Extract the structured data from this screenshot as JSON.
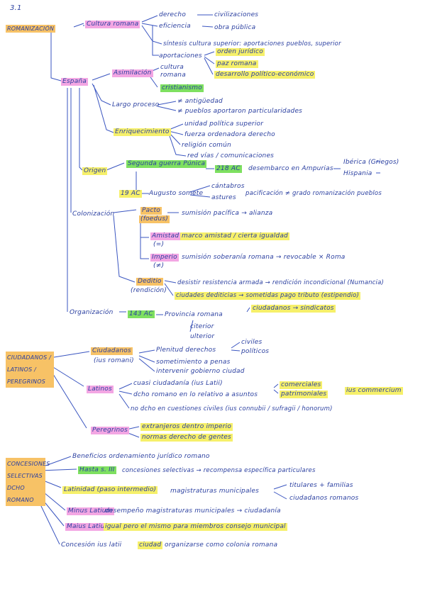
{
  "header": {
    "num": "3.1"
  },
  "rom": {
    "title": "ROMANIZACIÓN",
    "cultura": "Cultura romana",
    "derecho": "derecho",
    "civilizaciones": "civilizaciones",
    "eficiencia": "eficiencia",
    "obra": "obra pública",
    "sintesis": "síntesis cultura superior: aportaciones pueblos, superior",
    "espana": "España",
    "asimilacion": "Asimilación",
    "cultura_romana": "cultura romana",
    "aportaciones": "aportaciones",
    "orden_juridico": "orden jurídico",
    "paz_romana": "paz romana",
    "desarrollo": "desarrollo político-económico",
    "cristianismo": "cristianismo",
    "largo": "Largo proceso",
    "antiguedad": "≠ antigüedad",
    "pueblos": "≠ pueblos aportaron particularidades",
    "enriquecimiento": "Enriquecimiento",
    "unidad": "unidad política superior",
    "fuerza": "fuerza ordenadora derecho",
    "religion": "religión común",
    "red": "red vías / comunicaciones",
    "origen": "Origen",
    "segunda": "Segunda guerra Púnica",
    "ac218": "218 AC",
    "desembarco": "desembarco en Ampurias",
    "iberica": "Ibérica (Griegos)",
    "hispania": "Hispania",
    "ac19": "19 AC",
    "augusto": "Augusto somete",
    "cantabros": "cántabros",
    "astures": "astures",
    "pacificacion": "pacificación ≠ grado romanización pueblos",
    "colonizacion": "Colonización",
    "pacto": "Pacto",
    "foedus": "(foedus)",
    "sumision": "sumisión pacífica → alianza",
    "amistad_t": "Amistad",
    "amistad": "marco amistad / cierta igualdad",
    "eq": "(=)",
    "imperio_t": "Imperio",
    "imperio": "sumisión soberanía romana → revocable × Roma",
    "neq": "(≠)",
    "deditio": "Deditio",
    "rendicion": "(rendición)",
    "desistir": "desistir resistencia armada → rendición incondicional (Numancia)",
    "ciudades": "ciudades dediticias → sometidas pago tributo (estipendio)",
    "ciudadanos_sind": "ciudadanos → sindicatos",
    "organizacion": "Organización",
    "ac143": "143 AC",
    "provincia": "Provincia romana",
    "citerior": "citerior",
    "ulterior": "ulterior"
  },
  "derechos": {
    "grupos": "CIUDADANOS / LATINOS / PEREGRINOS",
    "ciudadanos": "Ciudadanos",
    "ius": "(ius romani)",
    "plenitud": "Plenitud derechos",
    "civiles": "civiles",
    "politicos": "políticos",
    "sometimiento": "sometimiento a penas",
    "intervenir": "intervenir gobierno ciudad",
    "latinos": "Latinos",
    "cuasi": "cuasi ciudadanía (ius Latii)",
    "dcho": "dcho romano en lo relativo a asuntos",
    "comerciales": "comerciales",
    "patrimoniales": "patrimoniales",
    "ius_comercium": "ius commercium",
    "no_dcho": "no dcho en cuestiones civiles (ius connubii / sufragii / honorum)",
    "peregrinos": "Peregrinos",
    "extranjeros": "extranjeros dentro imperio",
    "normas": "normas derecho de gentes"
  },
  "conc": {
    "concesiones": "CONCESIONES SELECTIVAS DCHO ROMANO",
    "beneficios": "Beneficios ordenamiento jurídico romano",
    "hasta": "Hasta s. III",
    "concesiones_sel": "concesiones selectivas → recompensa específica particulares",
    "latinidad": "Latinidad (paso intermedio)",
    "magistraturas": "magistraturas municipales",
    "titulares": "titulares + familias",
    "ciudadanos_rom": "ciudadanos romanos",
    "minus": "Minus Latium",
    "minus_t": "desempeño magistraturas municipales → ciudadanía",
    "maius": "Maius Latium",
    "maius_t": "igual pero el mismo para miembros consejo municipal",
    "concesion": "Concesión ius latii",
    "ciudad": "ciudad",
    "organizarse": "organizarse como colonia romana"
  }
}
